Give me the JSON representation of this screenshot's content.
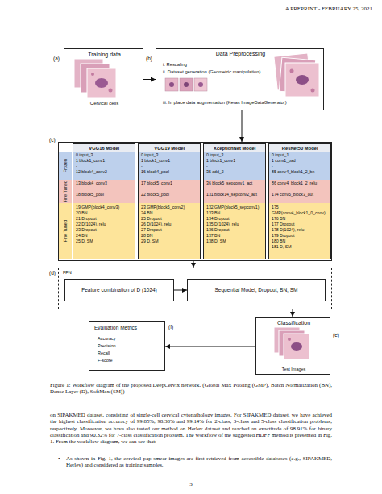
{
  "diagram": {
    "caption": "Figure 1: Workflow diagram of the proposed DeepCervix network. (Global Max Pooling (GMP), Batch Normalization (BN), Dense Layer (D), SoftMax (SM))",
    "nodes": [
      {
        "text": [
          "(a)",
          "Training data",
          "Cervical cells"
        ]
      },
      {
        "text": [
          "(b)",
          "Data Preprocessing",
          "i. Rescaling",
          "ii. Dataset generation (Geometric manipulation)",
          "iii. In place data augmentation (Keras ImageDataGenerator)"
        ]
      },
      {
        "text": [
          "(c)"
        ]
      },
      {
        "text": [
          "Frozen"
        ],
        "in": 2
      },
      {
        "text": [
          "Fine Tuned"
        ],
        "in": 2
      },
      {
        "text": [
          "Fine Tuned"
        ],
        "in": 2
      },
      {
        "text": [
          "VGG16 Model"
        ],
        "in": 2
      },
      {
        "text": [
          "0 input_3",
          "1 block1_conv1",
          "-",
          "12 block4_conv2"
        ],
        "in": 6
      },
      {
        "text": [
          "13 block4_conv3",
          "-",
          "18 block5_pool"
        ],
        "in": 6
      },
      {
        "text": [
          "19 GMP(block4_conv3)",
          "20 BN",
          "21 Dropout",
          "22 D(1024), relu",
          "23 Dropout",
          "24 BN",
          "25 D, SM"
        ],
        "in": 6
      },
      {
        "text": [
          "VGG19 Model"
        ],
        "in": 2
      },
      {
        "text": [
          "0 input_3",
          "1 block1_conv1",
          "-",
          "16 block4_pool"
        ],
        "in": 10
      },
      {
        "text": [
          "17 block5_conv1",
          "-",
          "22 block5_pool"
        ],
        "in": 10
      },
      {
        "text": [
          "23 GMP(block5_conv2)",
          "24 BN",
          "25 Dropout",
          "26 D(1024), relu",
          "27 Dropout",
          "28 BN",
          "29 D, SM"
        ],
        "in": 10
      },
      {
        "text": [
          "XceptionNet Model"
        ],
        "in": 2
      },
      {
        "text": [
          "0 input_3",
          "1 block1_conv1",
          "-",
          "35 add_2"
        ],
        "in": 14
      },
      {
        "text": [
          "36 block5_sepconv1_act",
          "-",
          "131 block14_sepconv2_act"
        ],
        "in": 14
      },
      {
        "text": [
          "132 GMP(block5_sepconv1)",
          "133 BN",
          "134 Dropout",
          "135 D(1024), relu",
          "136 Dropout",
          "137 BN",
          "138 D, SM"
        ],
        "in": 14
      },
      {
        "text": [
          "ResNet50 Model"
        ],
        "in": 2
      },
      {
        "text": [
          "0 input_1",
          "1 conv1_pad",
          "-",
          "85 conv4_block1_2_bn"
        ],
        "in": 18
      },
      {
        "text": [
          "86 conv4_block1_2_relu",
          "-",
          "174 conv5_block3_out"
        ],
        "in": 18
      },
      {
        "text": [
          "175 GMP(conv4_block1_0_conv)",
          "176 BN",
          "177 Dropout",
          "178 D(1024), relu",
          "179 Dropout",
          "180 BN",
          "181 D, SM"
        ],
        "in": 18
      },
      {
        "text": [
          "(d)",
          "FFN"
        ]
      },
      {
        "text": [
          "Feature combination of D (1024)"
        ],
        "in": 22
      },
      {
        "text": [
          "Sequential Model, Dropout, BN, SM"
        ],
        "in": 22
      },
      {
        "text": [
          "(e)",
          "Classification",
          "Test Images"
        ]
      },
      {
        "text": [
          "(f)",
          "Evaluation Metrics",
          "Accuracy",
          "Precision",
          "Recall",
          "F-score"
        ]
      }
    ],
    "edges": [
      {
        "from": 0,
        "to": 1,
        "arrow": "to"
      },
      {
        "from": 1,
        "to": 2,
        "arrow": "to"
      },
      {
        "from": 2,
        "to": 22,
        "arrow": "to"
      },
      {
        "from": 23,
        "to": 24,
        "arrow": "to"
      },
      {
        "from": 22,
        "to": 25,
        "arrow": "to"
      },
      {
        "from": 25,
        "to": 26,
        "arrow": "to"
      }
    ],
    "labels": [
      "A PREPRINT - FEBRUARY 25, 2021",
      "on SIPAKMED dataset, consisting of single-cell cervical cytopathology images. For SIPAKMED dataset, we have achieved the highest classification accuracy of 99.85%, 98.38% and 99.14% for 2-class, 3-class and 5-class classification problems, respectively. Moreover, we have also tested our method on Herlev dataset and reached an exactitude of 98.91% for binary classification and 90.32% for 7-class classification problem. The workflow of the suggested HDFF method is presented in Fig. 1. From the workflow diagram, we can see that:",
      "•",
      "As shown in Fig. 1, the cervical pap smear images are first retrieved from accessible databases (e.g., SIPAKMED, Herlev) and considered as training samples.",
      "3"
    ]
  }
}
